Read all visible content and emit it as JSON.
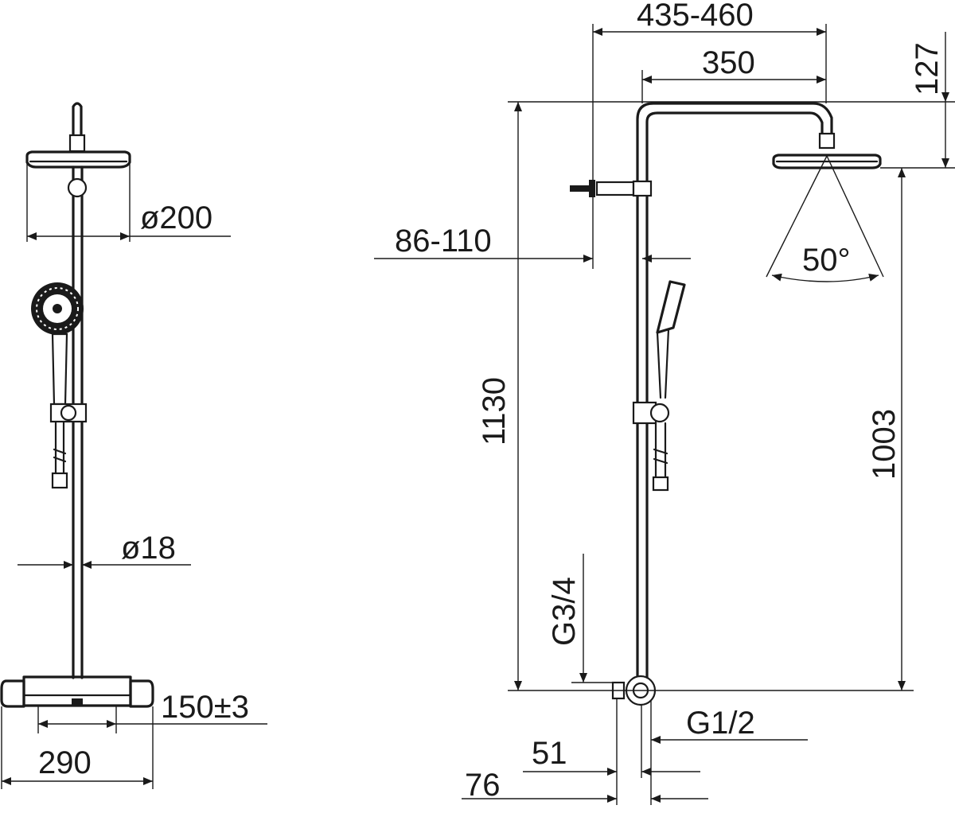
{
  "diagram": {
    "front_view": {
      "head_diameter": "ø200",
      "pipe_diameter": "ø18",
      "thermostat_spacing": "150±3",
      "thermostat_width": "290"
    },
    "side_view": {
      "projection_outer": "435-460",
      "projection_inner": "350",
      "head_offset": "127",
      "wall_distance": "86-110",
      "spray_angle": "50°",
      "total_height": "1130",
      "head_height": "1003",
      "supply_thread": "G3/4",
      "outlet_thread": "G1/2",
      "depth_small": "51",
      "depth_large": "76"
    }
  }
}
